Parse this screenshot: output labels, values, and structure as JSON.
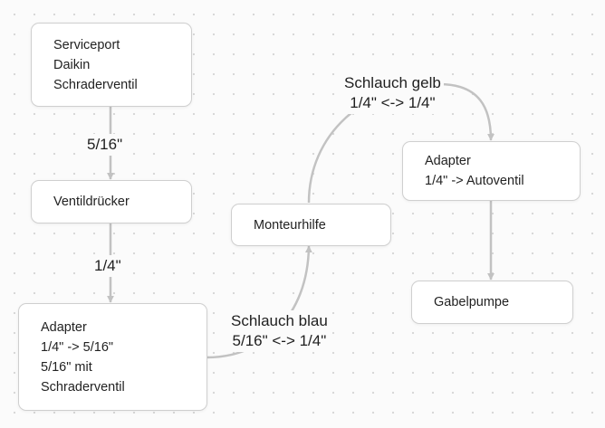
{
  "nodes": {
    "serviceport": [
      "Serviceport",
      "Daikin",
      "Schraderventil"
    ],
    "ventildruecker": [
      "Ventildrücker"
    ],
    "adapter_left": [
      "Adapter",
      "1/4\" -> 5/16\"",
      "5/16\" mit",
      "Schraderventil"
    ],
    "monteurhilfe": [
      "Monteurhilfe"
    ],
    "adapter_right": [
      "Adapter",
      "1/4\" -> Autoventil"
    ],
    "gabelpumpe": [
      "Gabelpumpe"
    ]
  },
  "edge_labels": {
    "serviceport_to_ventildruecker": [
      "5/16\""
    ],
    "ventildruecker_to_adapter": [
      "1/4\""
    ],
    "schlauch_blau": [
      "Schlauch blau",
      "5/16\" <-> 1/4\""
    ],
    "schlauch_gelb": [
      "Schlauch gelb",
      "1/4\" <-> 1/4\""
    ]
  },
  "colors": {
    "edge": "#c2c2c2",
    "node_border": "#cfcfcf",
    "background": "#fbfbfb"
  }
}
